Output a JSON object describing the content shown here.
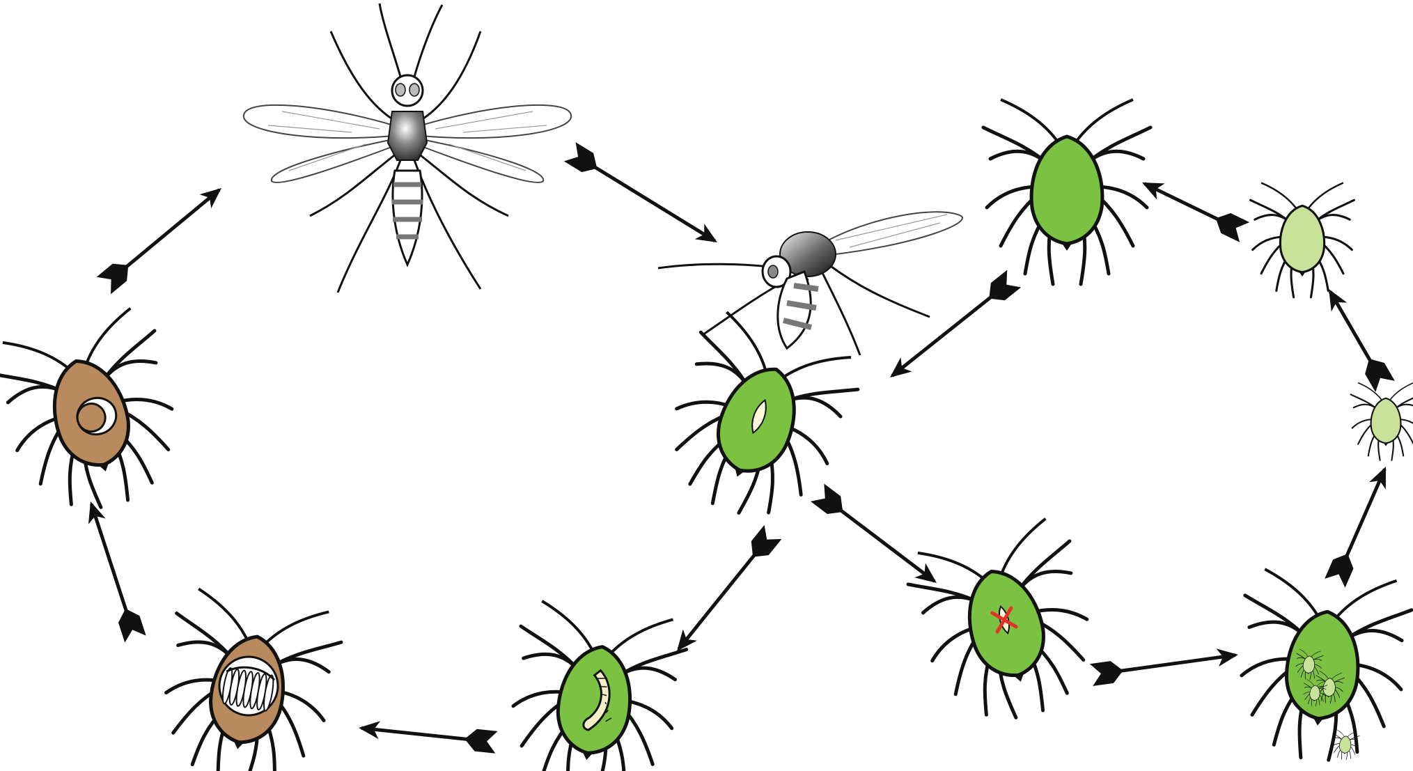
{
  "colors": {
    "background": "#ffffff",
    "ink": "#111111",
    "aphid_green": "#7cc242",
    "aphid_light_green": "#c9e29a",
    "mummy_brown": "#b88a5e",
    "larva_cream": "#f3f0c6",
    "wasp_gray": "#555555",
    "failed_mark": "#e53228"
  },
  "figure": {
    "title": "",
    "stages": [
      {
        "id": "adult-wasp",
        "icon": "parasitoid-wasp-adult-icon"
      },
      {
        "id": "oviposition",
        "icon": "wasp-ovipositing-icon"
      },
      {
        "id": "parasitized-aphid-with-egg",
        "icon": "aphid-with-egg-icon"
      },
      {
        "id": "aphid-with-larva",
        "icon": "aphid-with-larva-icon"
      },
      {
        "id": "mummy-with-pupa",
        "icon": "mummy-with-pupa-icon"
      },
      {
        "id": "mummy-with-exit-hole",
        "icon": "mummy-exit-hole-icon"
      },
      {
        "id": "aphid-egg-encapsulated",
        "icon": "aphid-failed-parasitism-icon"
      },
      {
        "id": "aphid-reproducing",
        "icon": "aphid-with-offspring-icon"
      },
      {
        "id": "aphid-nymph-small",
        "icon": "aphid-nymph-small-icon"
      },
      {
        "id": "aphid-nymph-large",
        "icon": "aphid-nymph-large-icon"
      },
      {
        "id": "adult-aphid",
        "icon": "adult-aphid-icon"
      }
    ],
    "arrows": [
      {
        "from": "mummy-with-exit-hole",
        "to": "adult-wasp"
      },
      {
        "from": "adult-wasp",
        "to": "oviposition"
      },
      {
        "from": "adult-aphid",
        "to": "oviposition"
      },
      {
        "from": "parasitized-aphid-with-egg",
        "to": "aphid-with-larva"
      },
      {
        "from": "aphid-with-larva",
        "to": "mummy-with-pupa"
      },
      {
        "from": "mummy-with-pupa",
        "to": "mummy-with-exit-hole"
      },
      {
        "from": "parasitized-aphid-with-egg",
        "to": "aphid-egg-encapsulated"
      },
      {
        "from": "aphid-egg-encapsulated",
        "to": "aphid-reproducing"
      },
      {
        "from": "aphid-reproducing",
        "to": "aphid-nymph-small"
      },
      {
        "from": "aphid-nymph-small",
        "to": "aphid-nymph-large"
      },
      {
        "from": "aphid-nymph-large",
        "to": "adult-aphid"
      }
    ]
  }
}
